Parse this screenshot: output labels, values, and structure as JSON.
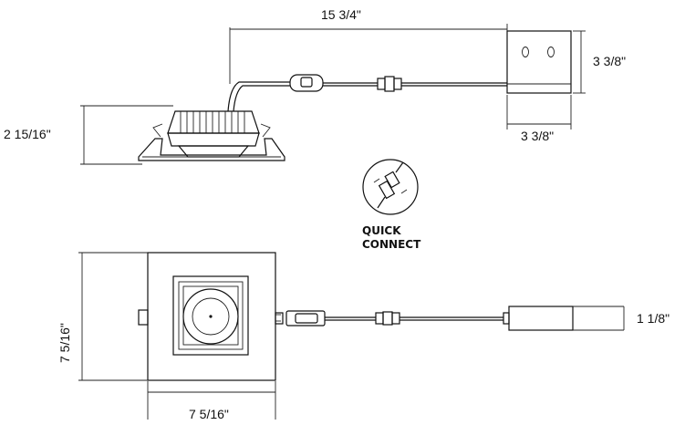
{
  "dimensions": {
    "cable_length": "15 3/4\"",
    "junction_box_height": "3 3/8\"",
    "junction_box_width": "3 3/8\"",
    "fixture_height": "2 15/16\"",
    "trim_height": "7 5/16\"",
    "trim_width": "7 5/16\"",
    "driver_box_height": "1 1/8\""
  },
  "callout": {
    "line1": "QUICK",
    "line2": "CONNECT"
  }
}
